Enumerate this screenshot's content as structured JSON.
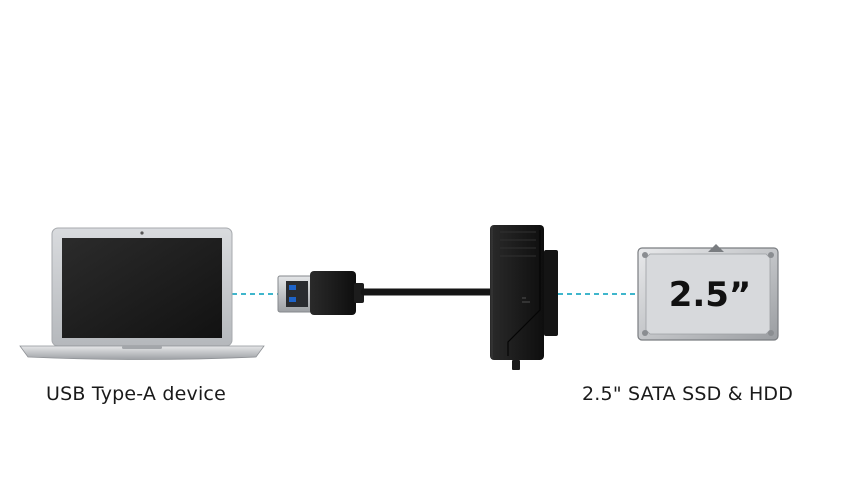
{
  "captions": {
    "left": "USB Type-A device",
    "right": "2.5\" SATA SSD & HDD"
  },
  "drive": {
    "badge": "2.5”"
  },
  "colors": {
    "link_line": "#3fb6cc",
    "cable": "#151515",
    "laptop_silver": "#c9ccd0",
    "usb_blue": "#1d63c9"
  },
  "icons": [
    "laptop-icon",
    "usb-plug-icon",
    "sata-adapter-icon",
    "hard-drive-icon"
  ]
}
